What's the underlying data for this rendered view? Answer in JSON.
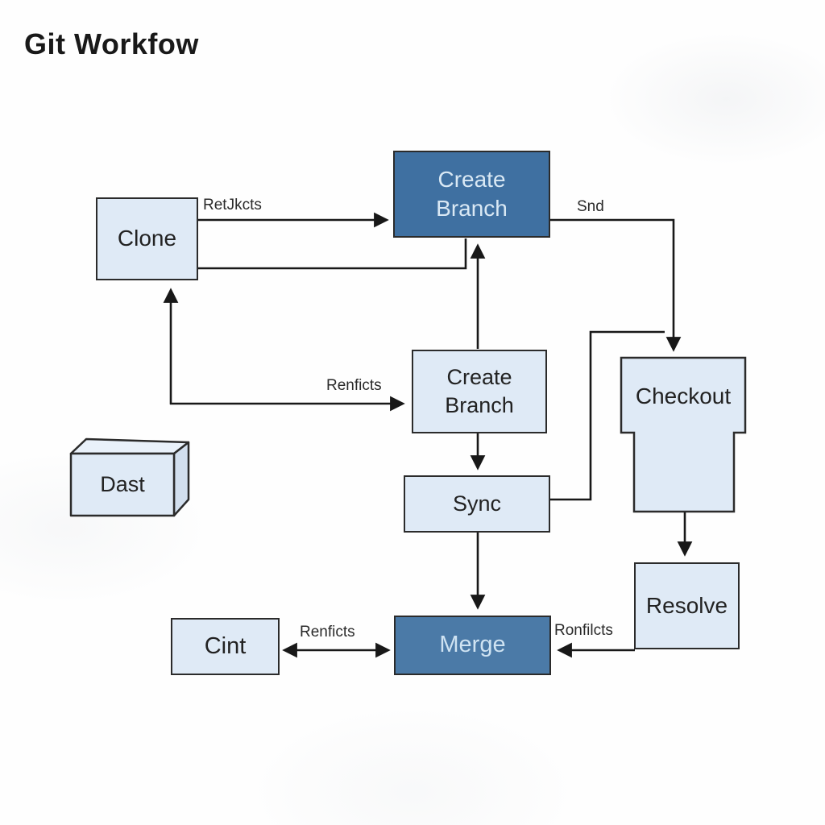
{
  "title": "Git Workfow",
  "nodes": {
    "clone": {
      "label": "Clone",
      "style": "light-rect"
    },
    "create_branch_top": {
      "label": "Create Branch",
      "style": "dark-rect"
    },
    "create_branch_mid": {
      "label": "Create Branch",
      "style": "light-rect"
    },
    "checkout": {
      "label": "Checkout",
      "style": "light-t-shape"
    },
    "dast": {
      "label": "Dast",
      "style": "light-3d-box"
    },
    "sync": {
      "label": "Sync",
      "style": "light-rect"
    },
    "resolve": {
      "label": "Resolve",
      "style": "light-rect"
    },
    "merge": {
      "label": "Merge",
      "style": "dark-rect"
    },
    "cint": {
      "label": "Cint",
      "style": "light-rect"
    }
  },
  "edge_labels": {
    "clone_to_create_branch": "RetJkcts",
    "send": "Snd",
    "renficts_mid": "Renficts",
    "renficts_bottom": "Renficts",
    "ronfilcts": "Ronfilcts"
  },
  "edges": [
    {
      "from": "clone",
      "to": "create_branch_top",
      "label": "RetJkcts",
      "arrow": "end"
    },
    {
      "from": "create_branch_top",
      "to": "checkout",
      "label": "Snd",
      "arrow": "end"
    },
    {
      "from": "create_branch_mid",
      "to": "create_branch_top",
      "label": "",
      "arrow": "end"
    },
    {
      "from": "create_branch_top",
      "to": "clone",
      "label": "",
      "arrow": "none"
    },
    {
      "from": "corner-junction",
      "to": "clone",
      "label": "",
      "arrow": "end"
    },
    {
      "from": "corner-junction",
      "to": "create_branch_mid",
      "label": "Renficts",
      "arrow": "end"
    },
    {
      "from": "create_branch_mid",
      "to": "sync",
      "label": "",
      "arrow": "end"
    },
    {
      "from": "sync",
      "to": "merge",
      "label": "",
      "arrow": "end"
    },
    {
      "from": "sync",
      "to": "checkout",
      "label": "",
      "arrow": "none"
    },
    {
      "from": "checkout",
      "to": "resolve",
      "label": "",
      "arrow": "end"
    },
    {
      "from": "resolve",
      "to": "merge",
      "label": "Ronfilcts",
      "arrow": "end"
    },
    {
      "from": "cint",
      "to": "merge",
      "label": "Renficts",
      "arrow": "both"
    }
  ],
  "colors": {
    "node_fill_light": "#dfeaf6",
    "node_fill_light_top": "#e9f1fa",
    "node_fill_light_side": "#d2dfee",
    "node_fill_dark": "#3f70a1",
    "merge_fill": "#4b7aa7",
    "border": "#2b2b2b",
    "arrow": "#181818",
    "text_dark": "#222222",
    "text_light": "#d9e8f4",
    "background": "#fefefe"
  }
}
